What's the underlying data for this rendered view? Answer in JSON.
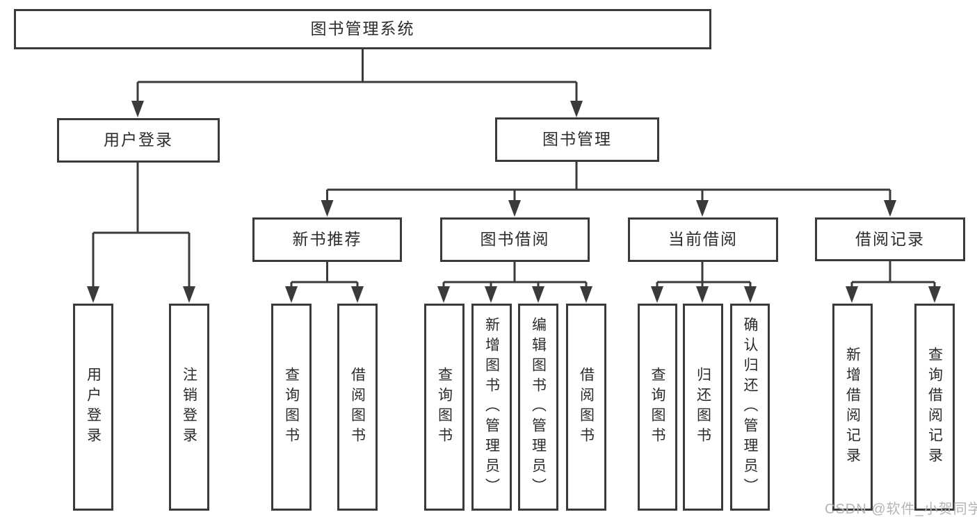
{
  "diagram": {
    "root": {
      "label": "图书管理系统"
    },
    "level2": [
      {
        "label": "用户登录"
      },
      {
        "label": "图书管理"
      }
    ],
    "level3": [
      {
        "label": "新书推荐",
        "parent": "图书管理"
      },
      {
        "label": "图书借阅",
        "parent": "图书管理"
      },
      {
        "label": "当前借阅",
        "parent": "图书管理"
      },
      {
        "label": "借阅记录",
        "parent": "图书管理"
      }
    ],
    "leaves": [
      {
        "label": "用户登录",
        "parent": "用户登录"
      },
      {
        "label": "注销登录",
        "parent": "用户登录"
      },
      {
        "label": "查询图书",
        "parent": "新书推荐"
      },
      {
        "label": "借阅图书",
        "parent": "新书推荐"
      },
      {
        "label": "查询图书",
        "parent": "图书借阅"
      },
      {
        "label": "新增图书（管理员）",
        "parent": "图书借阅"
      },
      {
        "label": "编辑图书（管理员）",
        "parent": "图书借阅"
      },
      {
        "label": "借阅图书",
        "parent": "图书借阅"
      },
      {
        "label": "查询图书",
        "parent": "当前借阅"
      },
      {
        "label": "归还图书",
        "parent": "当前借阅"
      },
      {
        "label": "确认归还（管理员）",
        "parent": "当前借阅"
      },
      {
        "label": "新增借阅记录",
        "parent": "借阅记录"
      },
      {
        "label": "查询借阅记录",
        "parent": "借阅记录"
      }
    ]
  },
  "watermark": {
    "text": "CSDN @软件_小贺同学"
  },
  "colors": {
    "line": "#3a3a3a",
    "text": "#2b2b2b",
    "background": "#ffffff",
    "watermark": "#b4b4b4"
  }
}
